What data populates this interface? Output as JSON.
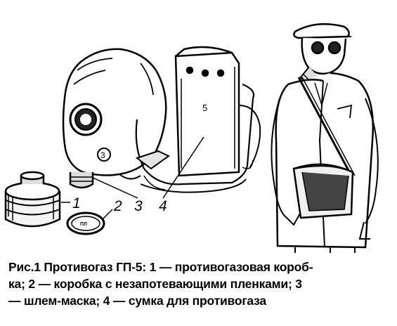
{
  "figure": {
    "callouts": [
      "1",
      "2",
      "3",
      "4"
    ],
    "bag_mark": "5",
    "filter_lid_text": "ПЛ"
  },
  "caption": {
    "line1": "Рис.1 Противогаз ГП-5: 1 — противогазовая короб-",
    "line2": "ка; 2 — коробка с незапотевающими пленками; 3",
    "line3": "— шлем-маска; 4 — сумка для противогаза"
  }
}
